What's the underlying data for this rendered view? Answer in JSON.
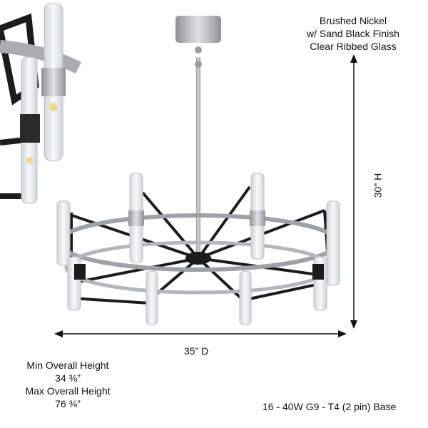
{
  "finish": {
    "line1": "Brushed Nickel",
    "line2": "w/ Sand Black Finish",
    "line3": "Clear Ribbed Glass"
  },
  "dimensions": {
    "height": "30\" H",
    "diameter": "35” D"
  },
  "overall_height": {
    "min_label": "Min Overall Height",
    "min_value": "34 ⅜”",
    "max_label": "Max Overall Height",
    "max_value": "76 ⅜”"
  },
  "bulb_spec": "16 - 40W G9 - T4 (2 pin) Base",
  "colors": {
    "nickel": "#b9bcc0",
    "black": "#1c1c1c",
    "glass": "#e6ebef"
  }
}
